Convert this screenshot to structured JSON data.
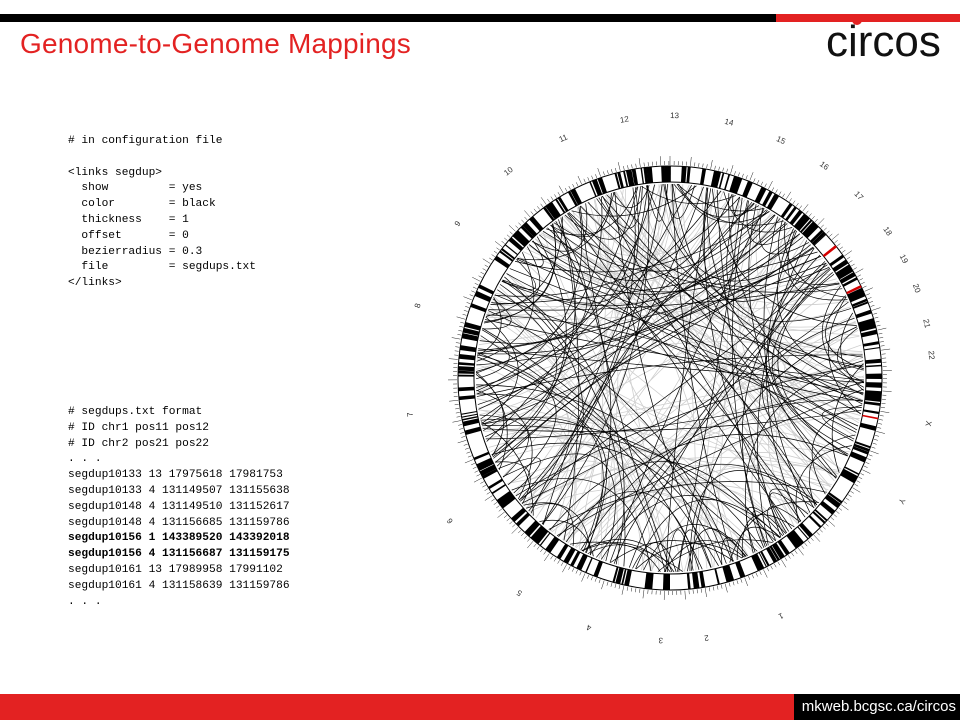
{
  "slide": {
    "title": "Genome-to-Genome Mappings",
    "logo_text": "circos",
    "footer_url": "mkweb.bcgsc.ca/circos",
    "accent_color": "#e32222"
  },
  "config_block": {
    "lines": [
      {
        "text": "# in configuration file"
      },
      {
        "text": ""
      },
      {
        "text": "<links segdup>"
      },
      {
        "text": "  show         = yes"
      },
      {
        "text": "  color        = black"
      },
      {
        "text": "  thickness    = 1"
      },
      {
        "text": "  offset       = 0"
      },
      {
        "text": "  bezierradius = 0.3"
      },
      {
        "text": "  file         = segdups.txt"
      },
      {
        "text": "</links>"
      }
    ]
  },
  "format_block": {
    "lines": [
      {
        "text": "# segdups.txt format"
      },
      {
        "text": "# ID chr1 pos11 pos12"
      },
      {
        "text": "# ID chr2 pos21 pos22"
      },
      {
        "text": ". . ."
      },
      {
        "text": "segdup10133 13 17975618 17981753"
      },
      {
        "text": "segdup10133 4 131149507 131155638"
      },
      {
        "text": "segdup10148 4 131149510 131152617"
      },
      {
        "text": "segdup10148 4 131156685 131159786"
      },
      {
        "text": "segdup10156 1 143389520 143392018",
        "bold": true
      },
      {
        "text": "segdup10156 4 131156687 131159175",
        "bold": true
      },
      {
        "text": "segdup10161 13 17989958 17991102"
      },
      {
        "text": "segdup10161 4 131158639 131159786"
      },
      {
        "text": ". . ."
      }
    ]
  },
  "circos_plot": {
    "chromosomes": [
      {
        "label": "1",
        "angle": 155
      },
      {
        "label": "2",
        "angle": 172
      },
      {
        "label": "3",
        "angle": 182
      },
      {
        "label": "4",
        "angle": 198
      },
      {
        "label": "5",
        "angle": 215
      },
      {
        "label": "6",
        "angle": 237
      },
      {
        "label": "7",
        "angle": 262
      },
      {
        "label": "8",
        "angle": 286
      },
      {
        "label": "9",
        "angle": 306
      },
      {
        "label": "10",
        "angle": 322
      },
      {
        "label": "11",
        "angle": 336
      },
      {
        "label": "12",
        "angle": 350
      },
      {
        "label": "13",
        "angle": 1
      },
      {
        "label": "14",
        "angle": 13
      },
      {
        "label": "15",
        "angle": 25
      },
      {
        "label": "16",
        "angle": 36
      },
      {
        "label": "17",
        "angle": 46
      },
      {
        "label": "18",
        "angle": 56
      },
      {
        "label": "19",
        "angle": 63
      },
      {
        "label": "20",
        "angle": 70
      },
      {
        "label": "21",
        "angle": 78
      },
      {
        "label": "22",
        "angle": 85
      },
      {
        "label": "X",
        "angle": 100
      },
      {
        "label": "Y",
        "angle": 118
      }
    ],
    "band_color": "#000000",
    "highlight_color": "#d40000",
    "link_color": "#000000",
    "background_link_color": "#cfcfcf"
  }
}
